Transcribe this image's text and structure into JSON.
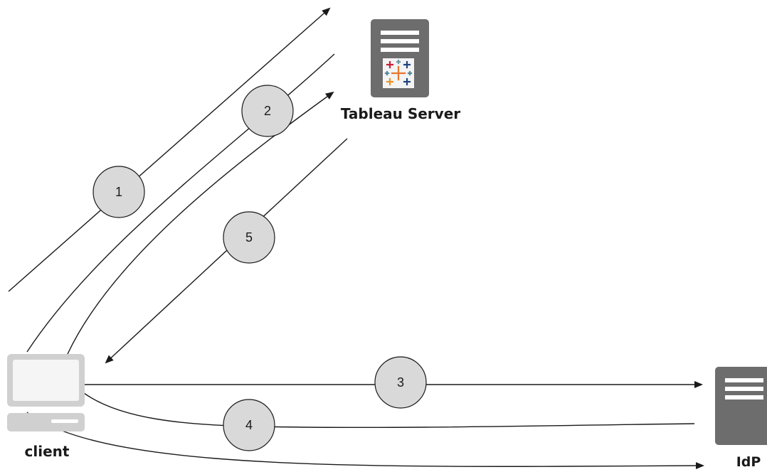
{
  "nodes": {
    "server_label": "Tableau Server",
    "client_label": "client",
    "idp_label": "IdP"
  },
  "steps": [
    "1",
    "2",
    "3",
    "4",
    "5"
  ],
  "colors": {
    "stroke": "#1a1a1a",
    "step_fill": "#d9d9d9",
    "server_body": "#6d6d6d",
    "device_body": "#d0d0d0"
  }
}
